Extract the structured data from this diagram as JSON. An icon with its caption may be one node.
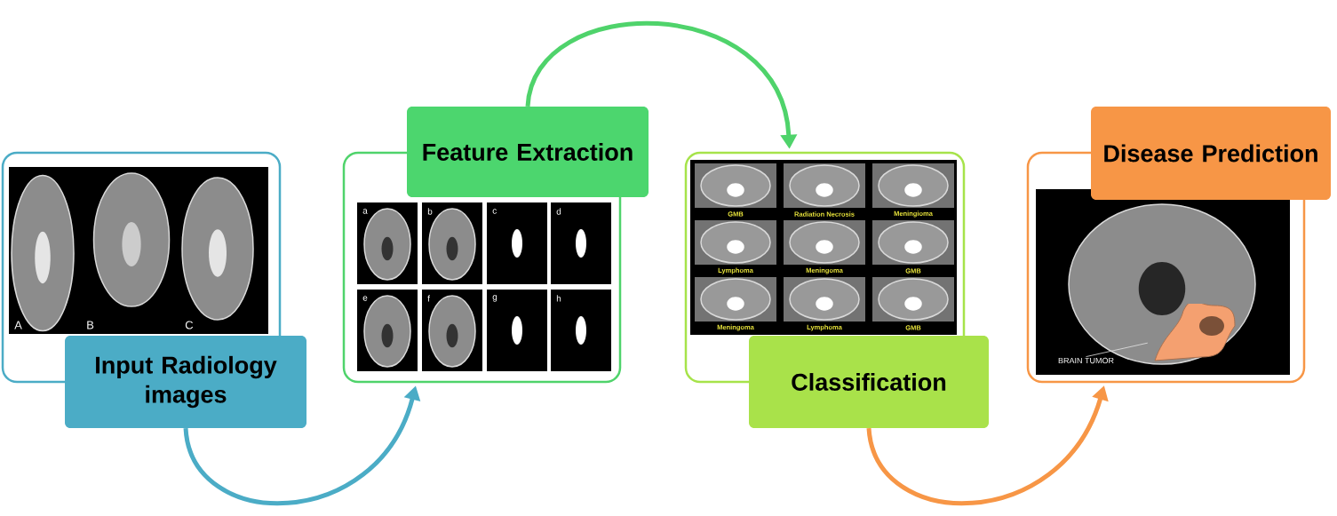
{
  "diagram": {
    "nodes": [
      {
        "text": [
          "Input Radiology images"
        ]
      },
      {
        "text": [],
        "shape": "box"
      },
      {
        "text": [
          "Feature Extraction"
        ]
      },
      {
        "text": [],
        "shape": "box"
      },
      {
        "text": [
          "Classification"
        ]
      },
      {
        "text": [],
        "shape": "box"
      },
      {
        "text": [
          "Disease Prediction"
        ]
      },
      {
        "text": [],
        "shape": "box"
      },
      {
        "text": [
          "BRAIN TUMOR"
        ],
        "in": 7
      },
      {
        "text": [],
        "shape": "blob",
        "in": 7
      }
    ],
    "edges": [
      {
        "from": 0,
        "to": 3,
        "arrow": "to",
        "color": "#4bacc6"
      },
      {
        "from": 2,
        "to": 5,
        "arrow": "to",
        "color": "#4fd36b"
      },
      {
        "from": 4,
        "to": 7,
        "arrow": "to",
        "color": "#f79646"
      },
      {
        "from": 8,
        "to": 9,
        "arrow": "none",
        "color": "#e6e6e6"
      }
    ],
    "labels": [
      "A",
      "B",
      "C",
      "a",
      "b",
      "c",
      "d",
      "e",
      "f",
      "g",
      "h",
      "GMB",
      "Radiation Necrosis",
      "Meningioma",
      "Lymphoma",
      "Meningoma",
      "GMB",
      "Meningoma",
      "Lymphoma",
      "GMB"
    ]
  }
}
